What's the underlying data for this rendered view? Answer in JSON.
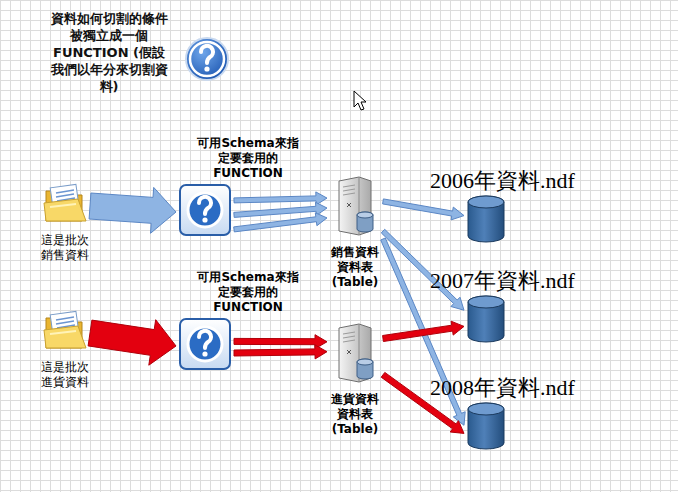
{
  "diagram": {
    "nodes": [
      {
        "text": [
          "資料如何切割的條件被獨立成一個 FUNCTION (假設我們以年分來切割資料)"
        ]
      },
      {
        "text": [
          "這是批次 銷售資料"
        ]
      },
      {
        "text": [
          "可用Schema來指定要套用的 FUNCTION"
        ]
      },
      {
        "text": [
          "銷售資料 資料表 (Table)"
        ]
      },
      {
        "text": [
          "2006年資料.ndf"
        ]
      },
      {
        "text": [
          "2007年資料.ndf"
        ]
      },
      {
        "text": [
          "2008年資料.ndf"
        ]
      },
      {
        "text": [
          "這是批次 進貨資料"
        ]
      },
      {
        "text": [
          "可用Schema來指定要套用的 FUNCTION"
        ]
      },
      {
        "text": [
          "進貨資料 資料表 (Table)"
        ]
      }
    ],
    "edges": [
      {
        "from": 1,
        "to": 2,
        "arrow": "to"
      },
      {
        "from": 2,
        "to": 3,
        "arrow": "to"
      },
      {
        "from": 2,
        "to": 3,
        "arrow": "to"
      },
      {
        "from": 2,
        "to": 3,
        "arrow": "to"
      },
      {
        "from": 3,
        "to": 4,
        "arrow": "to"
      },
      {
        "from": 3,
        "to": 5,
        "arrow": "to"
      },
      {
        "from": 3,
        "to": 6,
        "arrow": "to"
      },
      {
        "from": 7,
        "to": 8,
        "arrow": "to"
      },
      {
        "from": 8,
        "to": 9,
        "arrow": "to"
      },
      {
        "from": 8,
        "to": 9,
        "arrow": "to"
      },
      {
        "from": 9,
        "to": 5,
        "arrow": "to"
      },
      {
        "from": 9,
        "to": 6,
        "arrow": "to"
      }
    ]
  }
}
